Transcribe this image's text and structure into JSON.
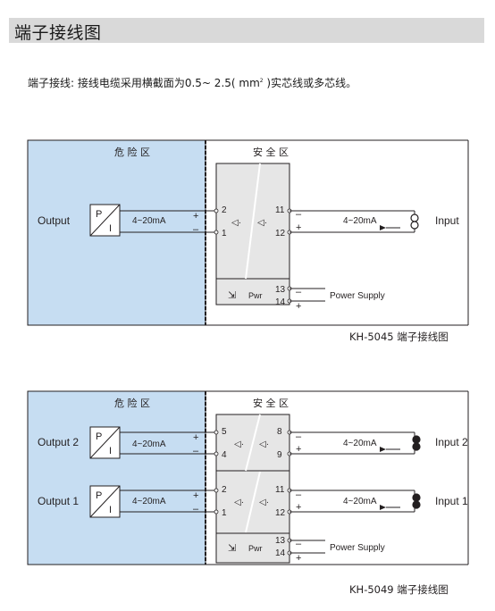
{
  "header": {
    "title": "端子接线图"
  },
  "description": {
    "prefix": "端子接线: 接线电缆采用横截面为0.5~ 2.5( mm",
    "sup": "2",
    "suffix": " )实芯线或多芯线。"
  },
  "diagram1": {
    "hazard_label": "危 险 区",
    "safe_label": "安 全 区",
    "output_label": "Output",
    "converter_p": "P",
    "converter_i": "I",
    "output_signal": "4~20mA",
    "plus": "+",
    "minus": "–",
    "terminals_left": [
      "2",
      "1"
    ],
    "terminals_right": [
      "11",
      "12"
    ],
    "terminals_power": [
      "13",
      "14"
    ],
    "input_signal": "4~20mA",
    "input_label": "Input",
    "pwr_label": "Pwr",
    "power_label": "Power Supply",
    "caption": "KH-5045  端子接线图"
  },
  "diagram2": {
    "hazard_label": "危 险 区",
    "safe_label": "安 全 区",
    "channels": [
      {
        "output_label": "Output 2",
        "output_signal": "4~20mA",
        "terminals_left": [
          "5",
          "4"
        ],
        "terminals_right": [
          "8",
          "9"
        ],
        "input_signal": "4~20mA",
        "input_label": "Input 2"
      },
      {
        "output_label": "Output 1",
        "output_signal": "4~20mA",
        "terminals_left": [
          "2",
          "1"
        ],
        "terminals_right": [
          "11",
          "12"
        ],
        "input_signal": "4~20mA",
        "input_label": "Input 1"
      }
    ],
    "converter_p": "P",
    "converter_i": "I",
    "plus": "+",
    "minus": "–",
    "terminals_power": [
      "13",
      "14"
    ],
    "pwr_label": "Pwr",
    "power_label": "Power Supply",
    "caption": "KH-5049 端子接线图"
  },
  "colors": {
    "hazard_fill": "#c6ddf2",
    "module_fill": "#e6e6e6",
    "line": "#231f20",
    "header_bg": "#d9d9d9"
  }
}
